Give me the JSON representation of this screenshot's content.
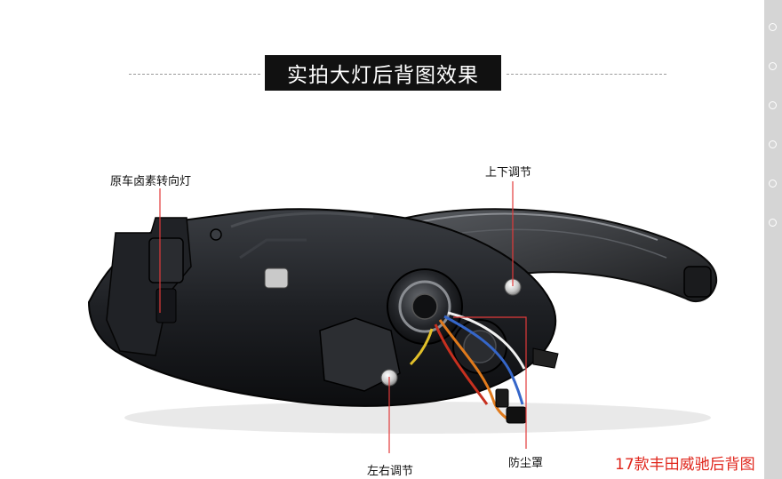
{
  "title": "实拍大灯后背图效果",
  "labels": {
    "halogen_turn_signal": "原车卤素转向灯",
    "vertical_adjust": "上下调节",
    "horizontal_adjust": "左右调节",
    "dust_cover": "防尘罩"
  },
  "caption": "17款丰田威驰后背图",
  "colors": {
    "title_bg": "#111111",
    "title_text": "#ffffff",
    "callout_line": "#e23a3a",
    "caption": "#e0261c",
    "sidebar": "#d5d5d5"
  },
  "sidebar": {
    "dot_count": 6
  }
}
